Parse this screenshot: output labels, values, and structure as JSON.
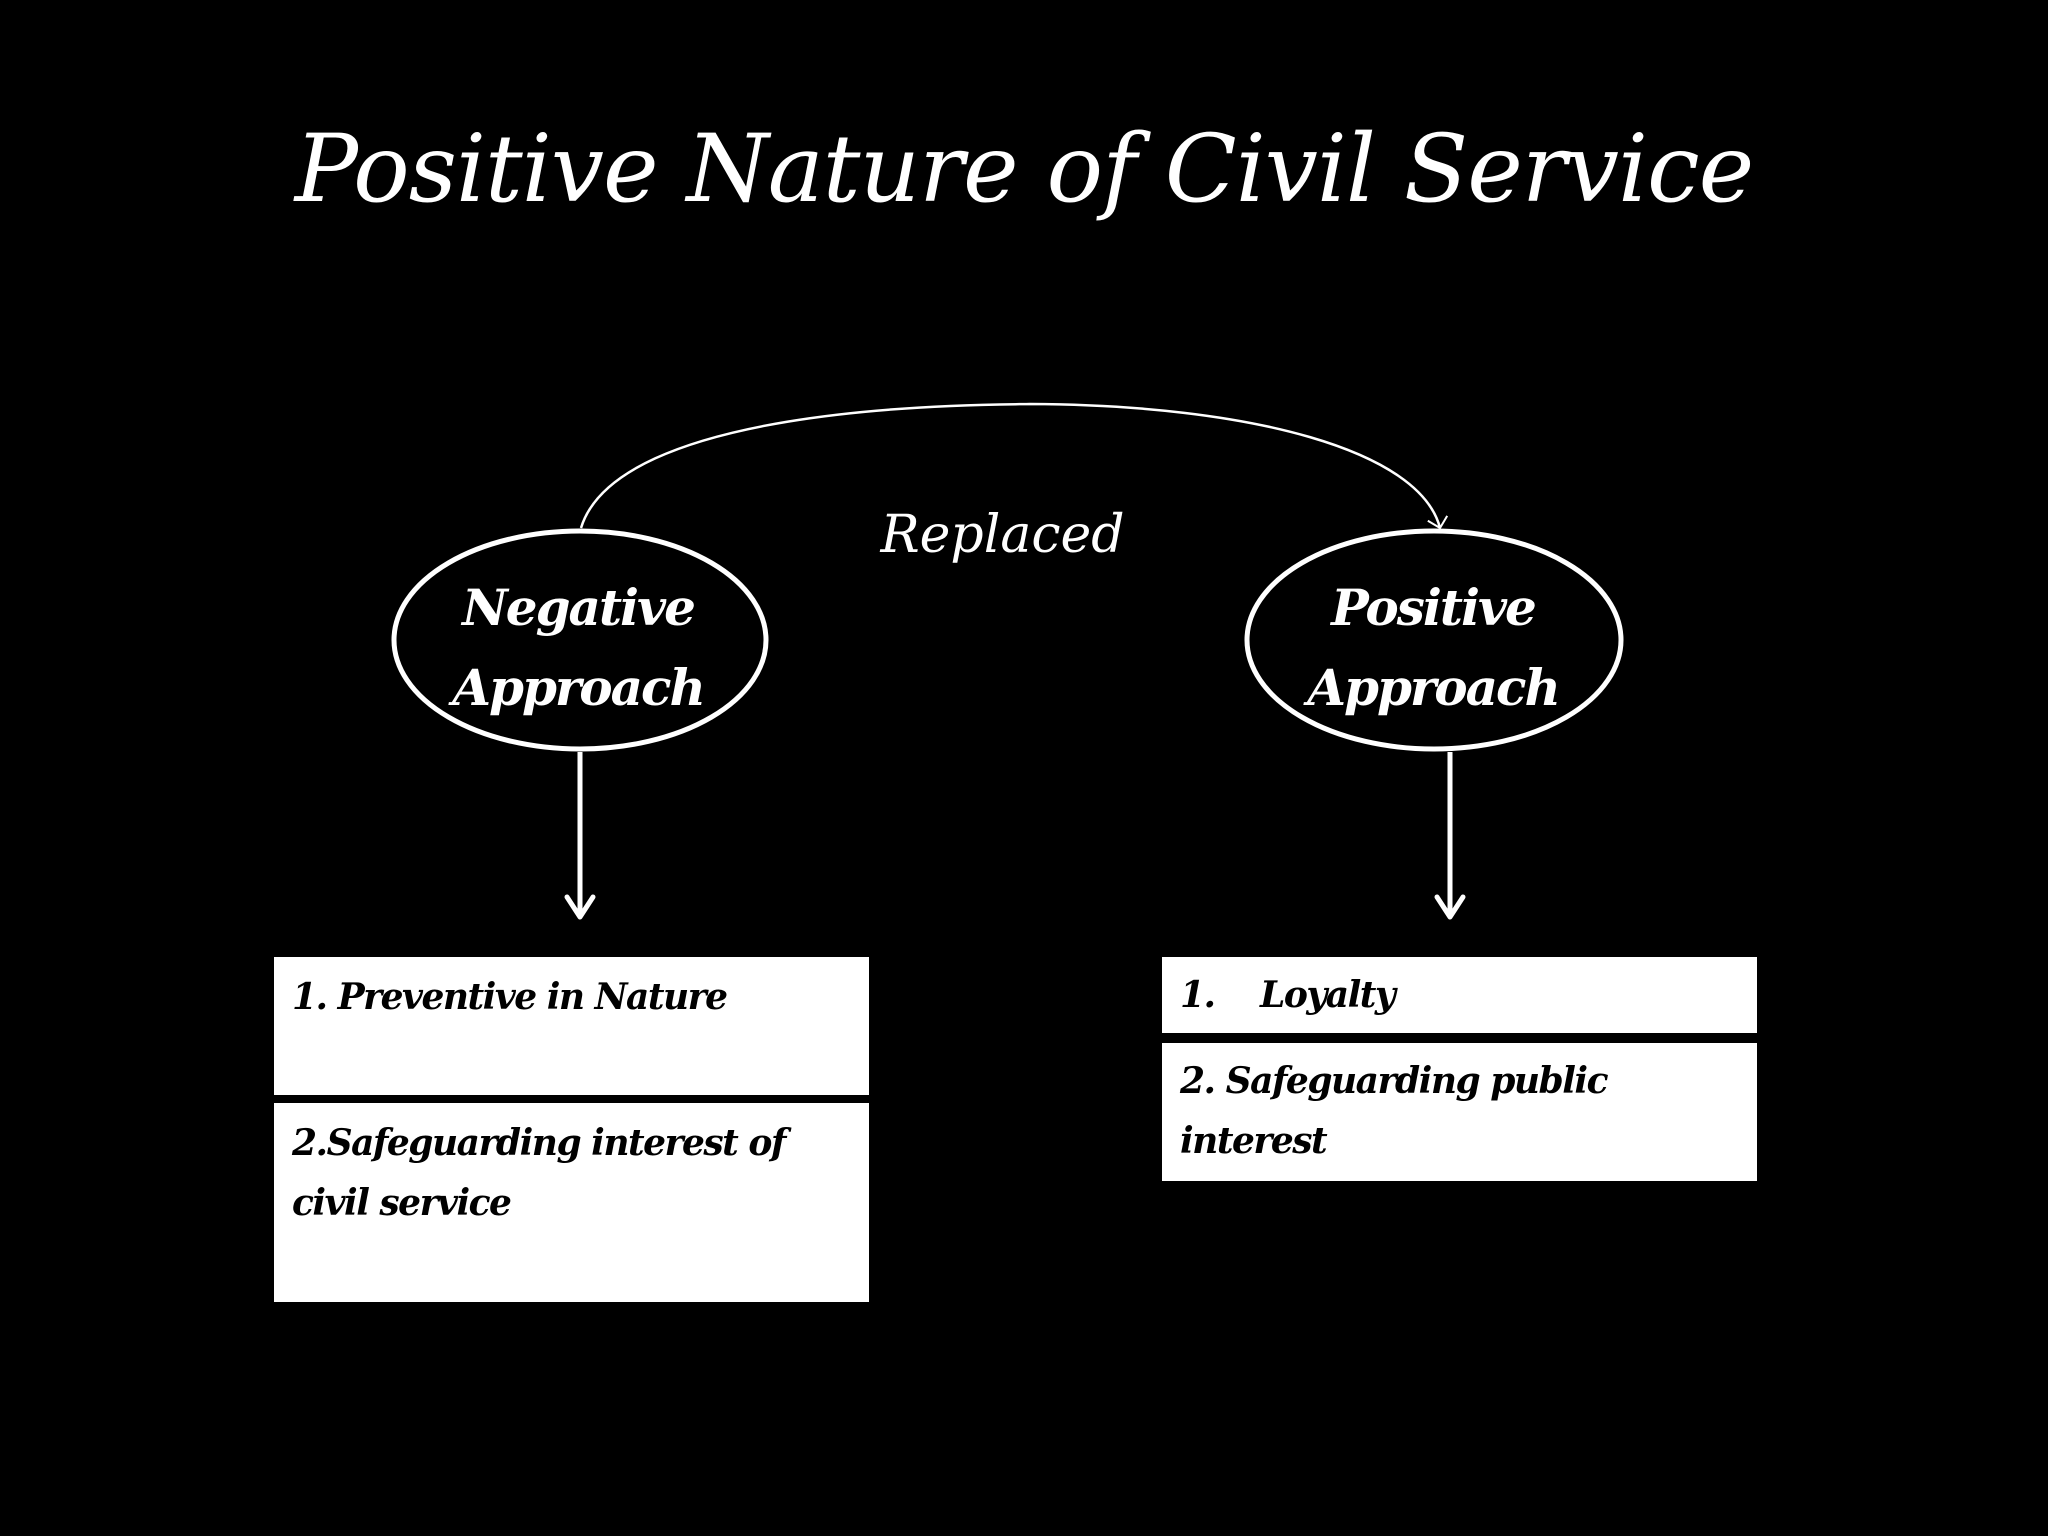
{
  "slide": {
    "title": "Positive Nature of Civil Service",
    "connector_label": "Replaced",
    "left_node": {
      "line1": "Negative",
      "line2": "Approach",
      "items": [
        "1. Preventive in Nature",
        "2.Safeguarding interest of civil service"
      ]
    },
    "right_node": {
      "line1": "Positive",
      "line2": "Approach",
      "item1_number": "1.",
      "item1_text": "Loyalty",
      "item2": "2. Safeguarding public interest"
    }
  },
  "colors": {
    "background": "#000000",
    "foreground": "#ffffff",
    "box_text": "#000000"
  }
}
